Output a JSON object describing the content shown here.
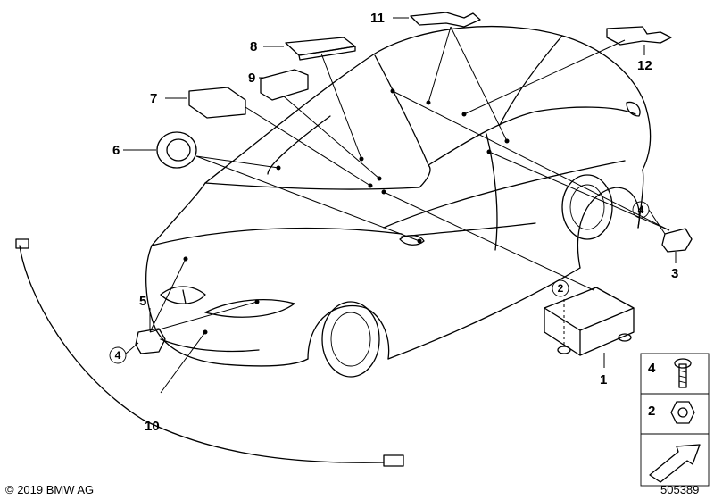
{
  "diagram": {
    "callouts": {
      "c1": "1",
      "c2": "2",
      "c3": "3",
      "c4": "4",
      "c5": "5",
      "c6": "6",
      "c7": "7",
      "c8": "8",
      "c9": "9",
      "c10": "10",
      "c11": "11",
      "c12": "12"
    },
    "circled": {
      "front_4": "4",
      "rear_4": "4",
      "unit_2": "2"
    },
    "legend": {
      "bolt": "4",
      "nut": "2"
    },
    "copyright": "© 2019 BMW AG",
    "diagram_number": "505389",
    "icons": [
      "airbag-control-unit-icon",
      "bolt-icon",
      "nut-icon",
      "arrow-icon"
    ]
  }
}
